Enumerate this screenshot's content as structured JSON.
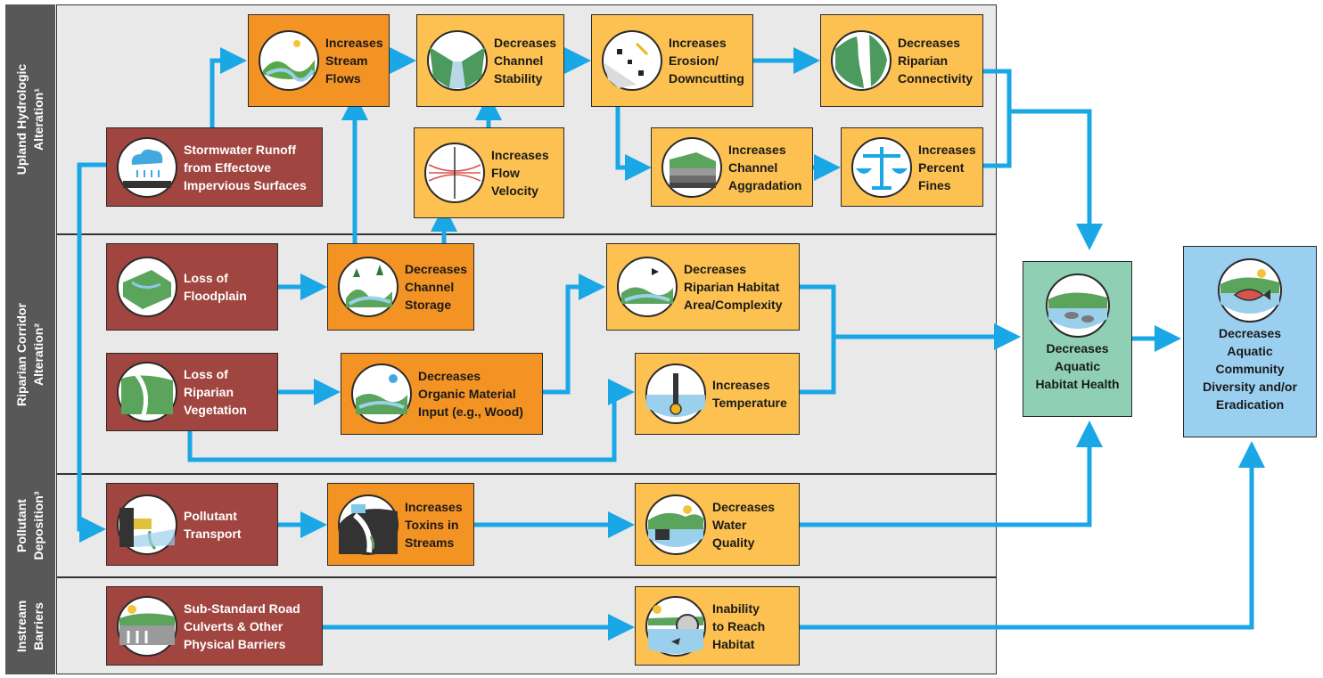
{
  "categories": {
    "upland": "Upland Hydrologic\nAlteration¹",
    "riparian": "Riparian Corridor\nAlteration²",
    "pollutant": "Pollutant\nDeposition³",
    "instream": "Instream\nBarriers"
  },
  "boxes": {
    "stream_flows": "Increases\nStream\nFlows",
    "channel_stability": "Decreases\nChannel\nStability",
    "erosion": "Increases\nErosion/\nDowncutting",
    "riparian_connectivity": "Decreases\nRiparian\nConnectivity",
    "stormwater": "Stormwater Runoff\nfrom Effectove\nImpervious Surfaces",
    "flow_velocity": "Increases\nFlow\nVelocity",
    "channel_aggradation": "Increases\nChannel\nAggradation",
    "percent_fines": "Increases\nPercent\nFines",
    "floodplain": "Loss of\nFloodplain",
    "channel_storage": "Decreases\nChannel\nStorage",
    "riparian_habitat": "Decreases\nRiparian Habitat\nArea/Complexity",
    "riparian_vegetation": "Loss of\nRiparian\nVegetation",
    "organic_material": "Decreases\nOrganic Material\nInput (e.g., Wood)",
    "temperature": "Increases\nTemperature",
    "pollutant_transport": "Pollutant\nTransport",
    "toxins": "Increases\nToxins in\nStreams",
    "water_quality": "Decreases\nWater\nQuality",
    "culverts": "Sub-Standard Road\nCulverts & Other\nPhysical Barriers",
    "reach_habitat": "Inability\nto Reach\nHabitat",
    "habitat_health": "Decreases\nAquatic\nHabitat  Health",
    "community": "Decreases\nAquatic\nCommunity\nDiversity and/or\nEradication"
  },
  "colors": {
    "arrow": "#1aa7e6",
    "cause_box": "#a0453f",
    "primary_effect_box": "#f39324",
    "secondary_effect_box": "#fcc150",
    "habitat_box": "#8fd0b5",
    "community_box": "#9bcfef"
  },
  "icons": [
    "stream-icon",
    "canyon-icon",
    "erosion-icon",
    "river-map-icon",
    "rain-cloud-icon",
    "flow-lines-icon",
    "sediment-layers-icon",
    "balance-scale-icon",
    "floodplain-map-icon",
    "forest-stream-icon",
    "riparian-habitat-icon",
    "vegetation-stream-icon",
    "woody-debris-icon",
    "thermometer-icon",
    "outfall-pipe-icon",
    "toxic-stream-icon",
    "polluted-water-icon",
    "culvert-icon",
    "culvert-fish-icon",
    "aquatic-habitat-icon",
    "fish-icon"
  ]
}
